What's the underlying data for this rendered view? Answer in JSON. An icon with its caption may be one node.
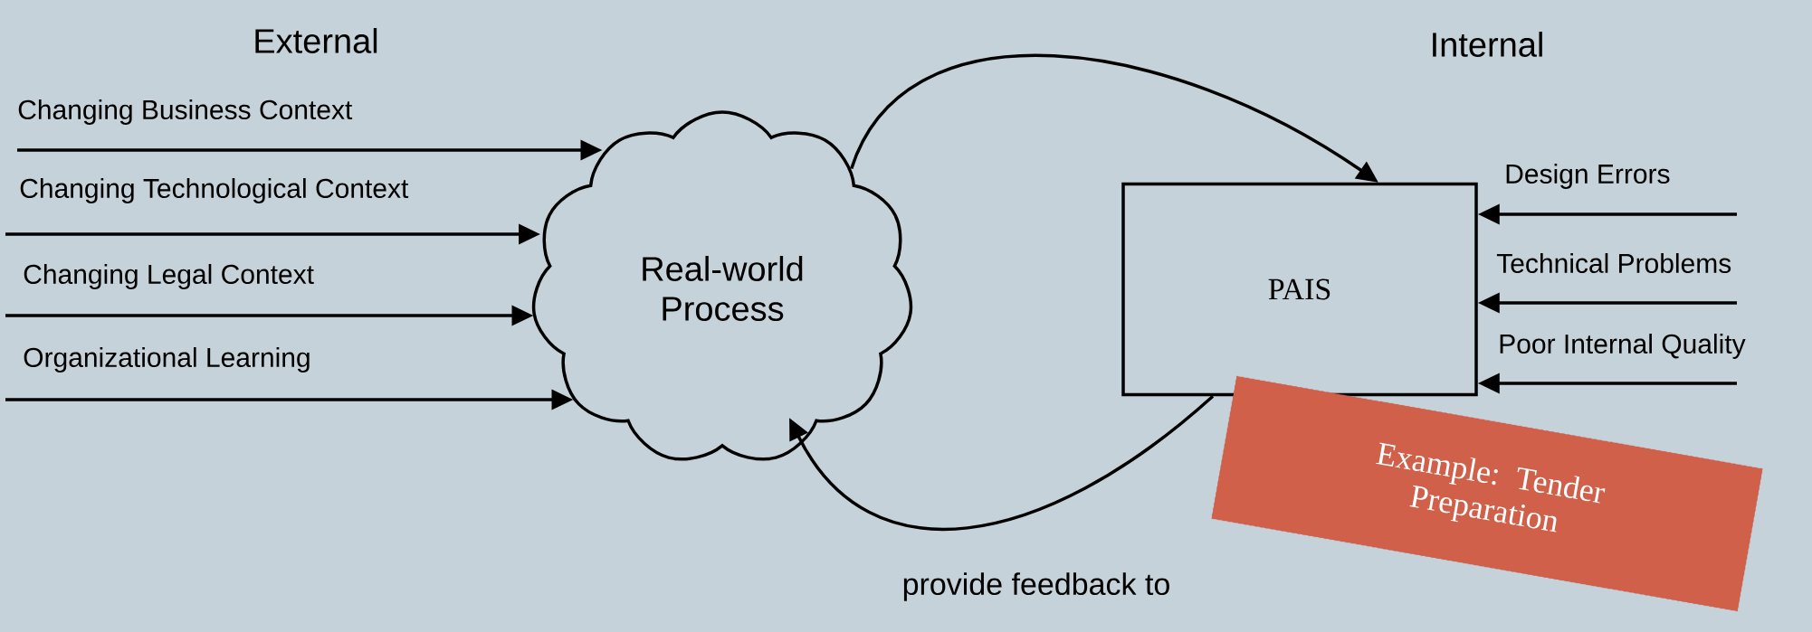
{
  "diagram": {
    "nodes": [
      {
        "text": [
          "Real-world Process"
        ]
      },
      {
        "text": [
          "PAIS"
        ]
      },
      {
        "text": [
          "Example: Tender Preparation"
        ]
      }
    ],
    "edges": [
      {
        "from": null,
        "to": 0,
        "arrow": "to",
        "label": "Changing Business Context"
      },
      {
        "from": null,
        "to": 0,
        "arrow": "to",
        "label": "Changing Technological Context"
      },
      {
        "from": null,
        "to": 0,
        "arrow": "to",
        "label": "Changing Legal Context"
      },
      {
        "from": null,
        "to": 0,
        "arrow": "to",
        "label": "Organizational Learning"
      },
      {
        "from": 0,
        "to": 1,
        "arrow": "to"
      },
      {
        "from": 1,
        "to": 0,
        "arrow": "to",
        "label": "provide feedback to"
      },
      {
        "from": null,
        "to": 1,
        "arrow": "to",
        "label": "Design Errors"
      },
      {
        "from": null,
        "to": 1,
        "arrow": "to",
        "label": "Technical Problems"
      },
      {
        "from": null,
        "to": 1,
        "arrow": "to",
        "label": "Poor Internal Quality"
      }
    ],
    "labels": [
      "External",
      "Internal"
    ]
  }
}
